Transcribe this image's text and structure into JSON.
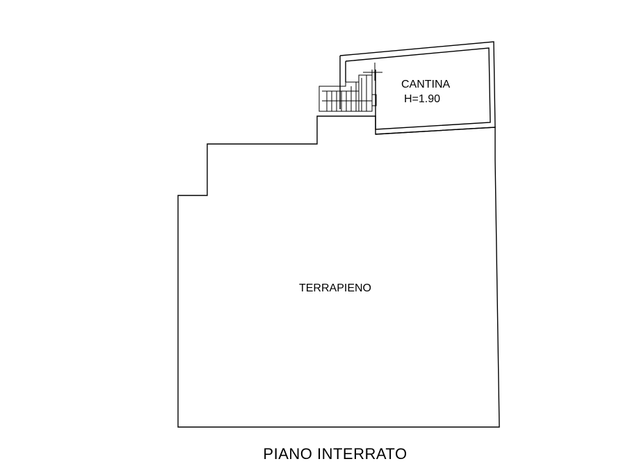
{
  "plan": {
    "rooms": [
      {
        "name": "CANTINA",
        "height": "H=1.90"
      },
      {
        "name": "TERRAPIENO"
      }
    ],
    "floor_title": "PIANO INTERRATO"
  },
  "colors": {
    "line": "#000000",
    "background": "#ffffff"
  }
}
